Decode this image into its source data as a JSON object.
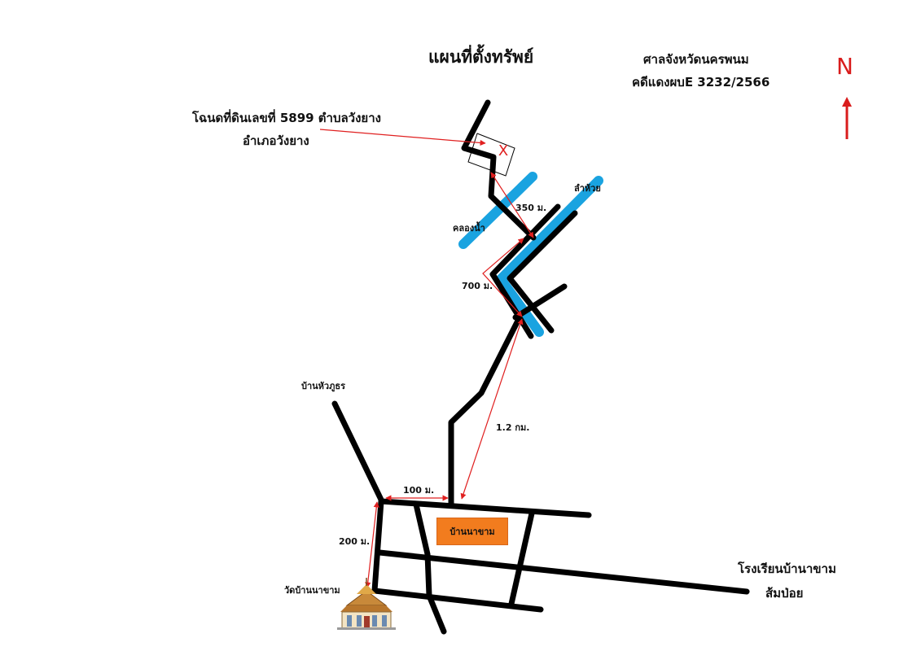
{
  "title": "แผนที่ตั้งทรัพย์",
  "court": "ศาลจังหวัดนครพนม",
  "case_number": "คดีแดงผบE 3232/2566",
  "north_label": "N",
  "deed_label_line1": "โฉนดที่ดินเลขที่ 5899 ตำบลวังยาง",
  "deed_label_line2": "อำเภอวังยาง",
  "property_marker": "X",
  "water": {
    "creek": "ลำห้วย",
    "canal": "คลองน้ำ"
  },
  "distances": {
    "d350": "350 ม.",
    "d700": "700 ม.",
    "d1200": "1.2 กม.",
    "d100": "100 ม.",
    "d200": "200 ม."
  },
  "places": {
    "ban_hua_phu": "บ้านหัวภูธร",
    "ban_na_kham": "บ้านนาขาม",
    "wat": "วัดบ้านนาขาม",
    "school_line1": "โรงเรียนบ้านาขาม",
    "school_line2": "ส้มป่อย"
  },
  "colors": {
    "road": "#000000",
    "water": "#1aa3e0",
    "measure": "#e02020",
    "village_box": "#f27c1e",
    "north_arrow": "#d91c1c"
  }
}
